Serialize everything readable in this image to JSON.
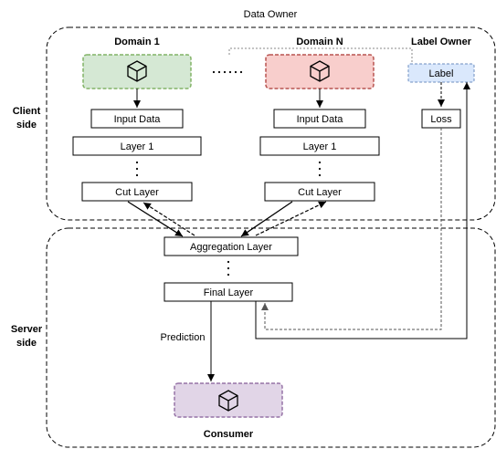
{
  "title": "Data Owner",
  "sides": {
    "client_line1": "Client",
    "client_line2": "side",
    "server_line1": "Server",
    "server_line2": "side"
  },
  "domain1": {
    "title": "Domain 1",
    "input": "Input Data",
    "layer": "Layer 1",
    "cut": "Cut Layer"
  },
  "domainN": {
    "title": "Domain N",
    "input": "Input Data",
    "layer": "Layer 1",
    "cut": "Cut Layer"
  },
  "label_owner": {
    "title": "Label Owner",
    "label": "Label",
    "loss": "Loss"
  },
  "server": {
    "aggregation": "Aggregation Layer",
    "final": "Final Layer",
    "prediction": "Prediction"
  },
  "consumer": {
    "title": "Consumer"
  },
  "colors": {
    "domain1_fill": "#d5e8d4",
    "domain1_border": "#82b366",
    "domainN_fill": "#f8cecc",
    "domainN_border": "#b85450",
    "consumer_fill": "#e1d5e7",
    "consumer_border": "#9673a6",
    "label_fill": "#dae8fc",
    "label_border": "#6c8ebf"
  },
  "icons": {
    "datastore": "cube-icon"
  }
}
